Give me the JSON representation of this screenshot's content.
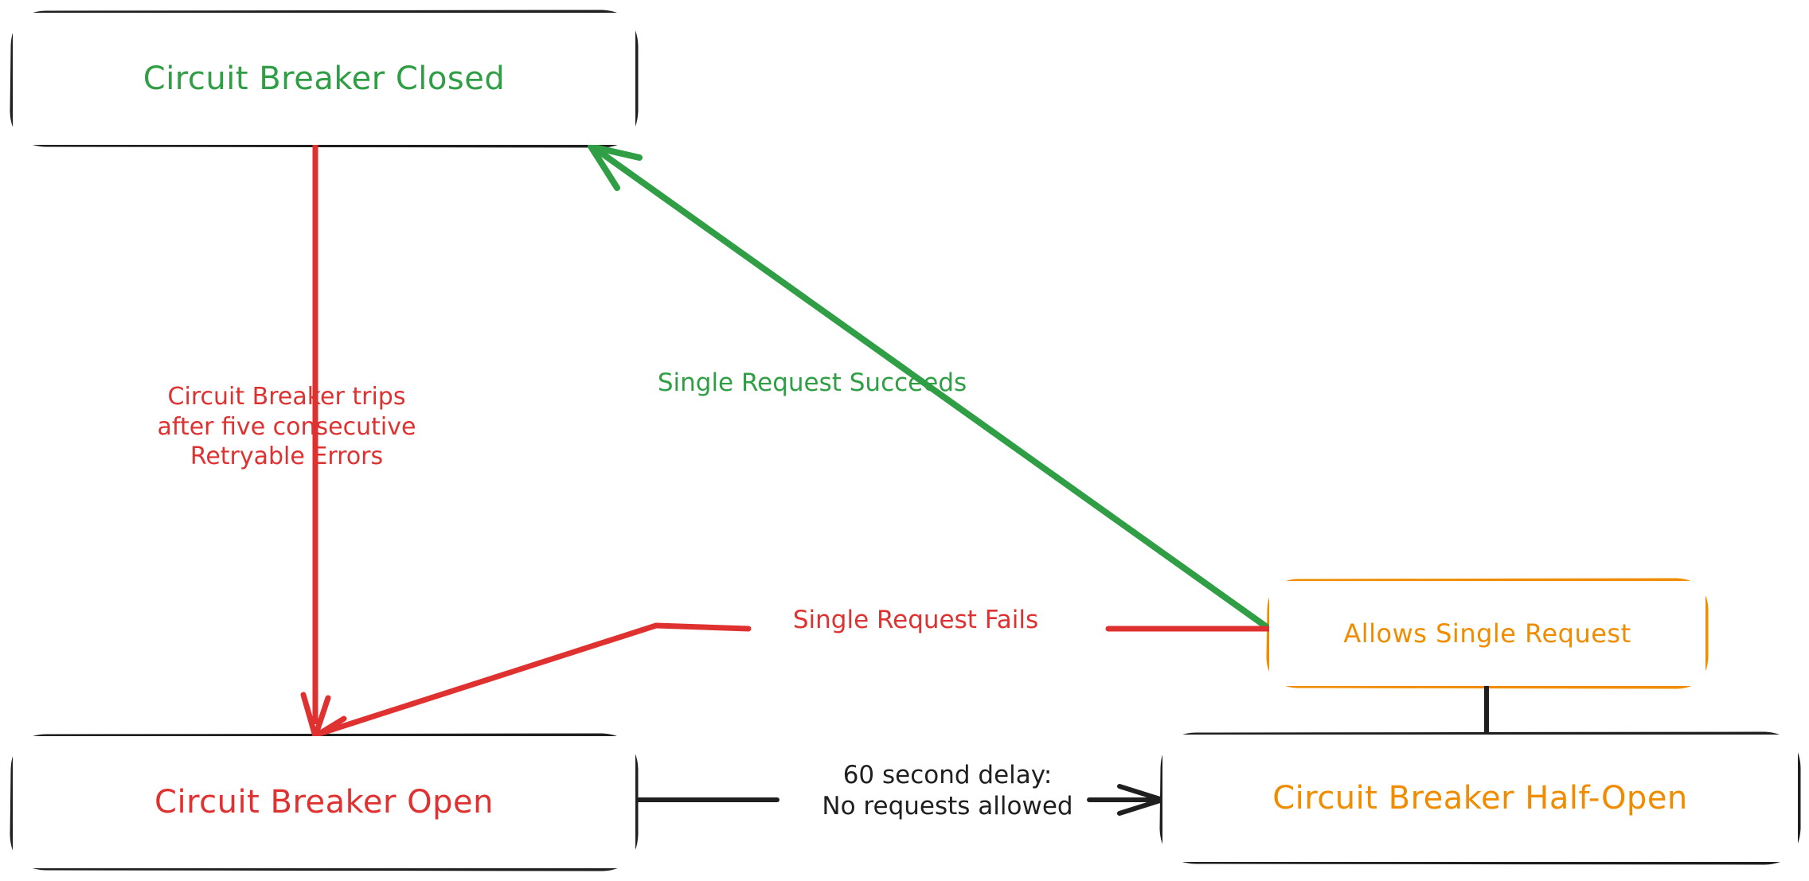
{
  "diagram": {
    "type": "state-diagram",
    "title": "Circuit Breaker State Diagram",
    "background_color": "#ffffff",
    "colors": {
      "green": "#2f9e44",
      "red": "#e03131",
      "orange": "#f08c00",
      "black": "#1f1f1f"
    },
    "nodes": [
      {
        "id": "closed",
        "label": "Circuit Breaker Closed",
        "text_color": "#2f9e44",
        "border_color": "#1f1f1f"
      },
      {
        "id": "open",
        "label": "Circuit Breaker Open",
        "text_color": "#e03131",
        "border_color": "#1f1f1f"
      },
      {
        "id": "allows",
        "label": "Allows Single Request",
        "text_color": "#f08c00",
        "border_color": "#f08c00"
      },
      {
        "id": "half_open",
        "label": "Circuit Breaker Half-Open",
        "text_color": "#f08c00",
        "border_color": "#1f1f1f"
      }
    ],
    "edges": [
      {
        "id": "trip",
        "from": "closed",
        "to": "open",
        "color": "#e03131",
        "label_lines": [
          "Circuit Breaker trips",
          "after five consecutive",
          "Retryable Errors"
        ],
        "label": "Circuit Breaker trips\nafter five consecutive\nRetryable Errors"
      },
      {
        "id": "succeeds",
        "from": "allows",
        "to": "closed",
        "color": "#2f9e44",
        "label_lines": [
          "Single Request Succeeds"
        ],
        "label": "Single Request Succeeds"
      },
      {
        "id": "fails",
        "from": "allows",
        "to": "open",
        "color": "#e03131",
        "label_lines": [
          "Single Request Fails"
        ],
        "label": "Single Request Fails"
      },
      {
        "id": "delay",
        "from": "open",
        "to": "half_open",
        "color": "#1f1f1f",
        "label_lines": [
          "60 second delay:",
          "No requests allowed"
        ],
        "label": "60 second delay:\nNo requests allowed"
      },
      {
        "id": "half-to-allows",
        "from": "half_open",
        "to": "allows",
        "color": "#1f1f1f",
        "label_lines": [],
        "label": ""
      }
    ]
  }
}
